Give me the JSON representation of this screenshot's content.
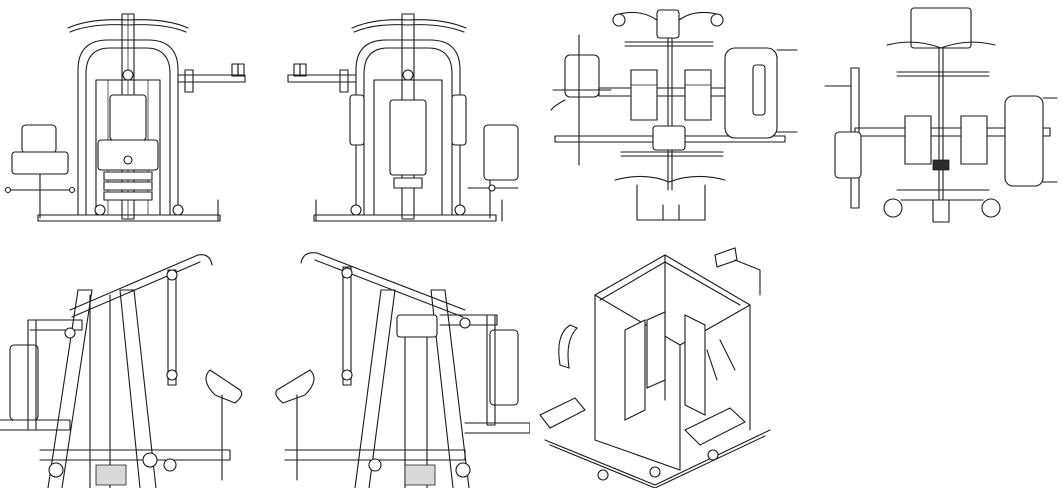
{
  "drawing": {
    "views": [
      {
        "id": "front-view"
      },
      {
        "id": "rear-view"
      },
      {
        "id": "top-view"
      },
      {
        "id": "top-view-rotated"
      },
      {
        "id": "side-view-left"
      },
      {
        "id": "side-view-right"
      },
      {
        "id": "isometric-view"
      }
    ],
    "line_color": "#1a1a1a",
    "background": "#ffffff"
  }
}
